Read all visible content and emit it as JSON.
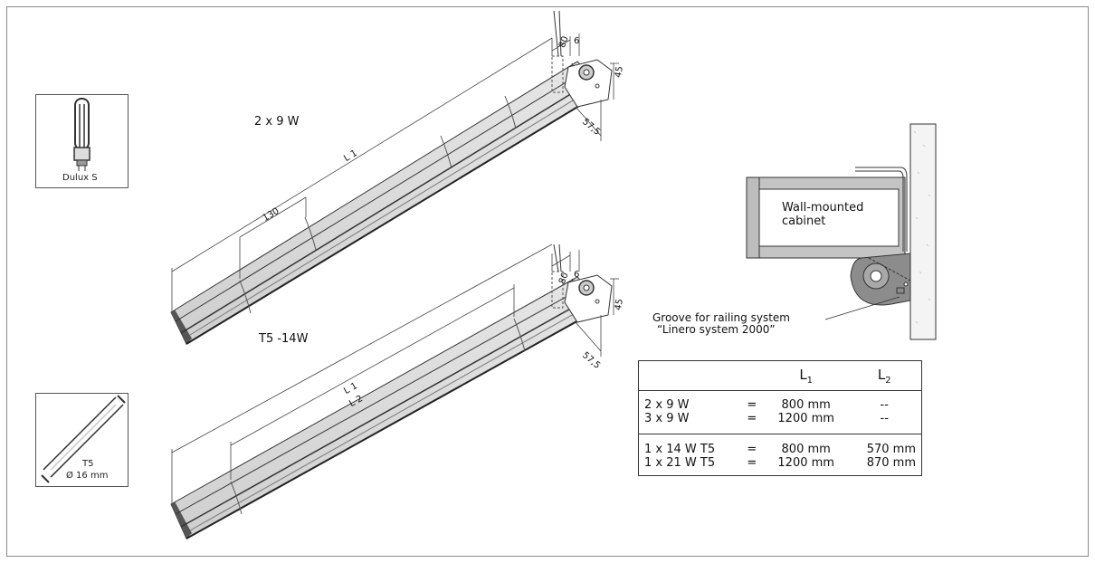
{
  "icons": {
    "dulux_label": "Dulux S",
    "t5_label": "T5",
    "t5_diameter": "Ø 16 mm"
  },
  "fixtures": {
    "top_title": "2  x 9 W",
    "bottom_title": "T5 -14W"
  },
  "dimensions": {
    "top_segment": "130",
    "top_length": "L 1",
    "bottom_length1": "L 1",
    "bottom_length2": "L 2",
    "cable_offset": "80",
    "end_gap": "6",
    "height": "45",
    "depth": "57,5"
  },
  "mounting": {
    "cabinet_line1": "Wall-mounted",
    "cabinet_line2": "cabinet",
    "groove_line1": "Groove for railing system",
    "groove_line2": "“Linero system 2000”"
  },
  "table": {
    "col_l1": "L",
    "col_l1_sub": "1",
    "col_l2": "L",
    "col_l2_sub": "2",
    "rows": [
      {
        "config": "2 x 9 W",
        "eq": "=",
        "l1": "800 mm",
        "l2": "--"
      },
      {
        "config": "3 x 9 W",
        "eq": "=",
        "l1": "1200 mm",
        "l2": "--"
      },
      {
        "config": "1 x 14 W T5",
        "eq": "=",
        "l1": "800 mm",
        "l2": "570 mm"
      },
      {
        "config": "1 x 21 W T5",
        "eq": "=",
        "l1": "1200 mm",
        "l2": "870 mm"
      }
    ]
  }
}
